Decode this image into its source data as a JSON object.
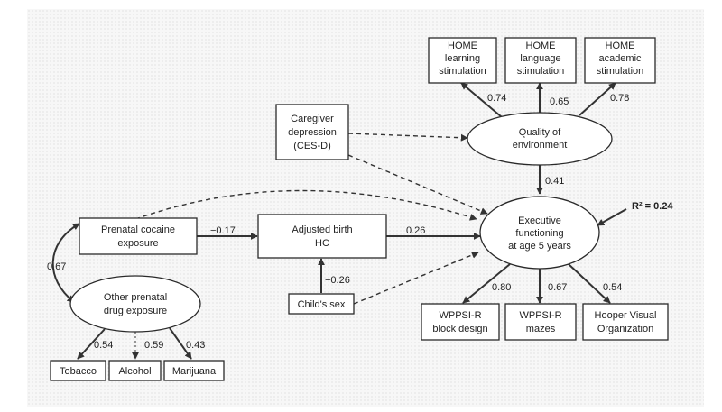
{
  "nodes": {
    "home_learning": [
      "HOME",
      "learning",
      "stimulation"
    ],
    "home_language": [
      "HOME",
      "language",
      "stimulation"
    ],
    "home_academic": [
      "HOME",
      "academic",
      "stimulation"
    ],
    "caregiver_depression": [
      "Caregiver",
      "depression",
      "(CES-D)"
    ],
    "quality_environment": [
      "Quality of",
      "environment"
    ],
    "executive_functioning": [
      "Executive",
      "functioning",
      "at age 5 years"
    ],
    "prenatal_cocaine": [
      "Prenatal cocaine",
      "exposure"
    ],
    "adjusted_birth_hc": [
      "Adjusted birth",
      "HC"
    ],
    "childs_sex": [
      "Child's sex"
    ],
    "other_prenatal": [
      "Other prenatal",
      "drug exposure"
    ],
    "tobacco": [
      "Tobacco"
    ],
    "alcohol": [
      "Alcohol"
    ],
    "marijuana": [
      "Marijuana"
    ],
    "wppsi_block": [
      "WPPSI-R",
      "block design"
    ],
    "wppsi_mazes": [
      "WPPSI-R",
      "mazes"
    ],
    "hooper": [
      "Hooper Visual",
      "Organization"
    ]
  },
  "coefficients": {
    "home_learning": "0.74",
    "home_language": "0.65",
    "home_academic": "0.78",
    "quality_to_ef": "0.41",
    "cocaine_to_hc": "−0.17",
    "hc_to_ef": "0.26",
    "sex_to_hc": "−0.26",
    "cocaine_other_cov": "0.67",
    "tobacco": "0.54",
    "alcohol": "0.59",
    "marijuana": "0.43",
    "wppsi_block": "0.80",
    "wppsi_mazes": "0.67",
    "hooper": "0.54"
  },
  "r_squared": "R² = 0.24"
}
